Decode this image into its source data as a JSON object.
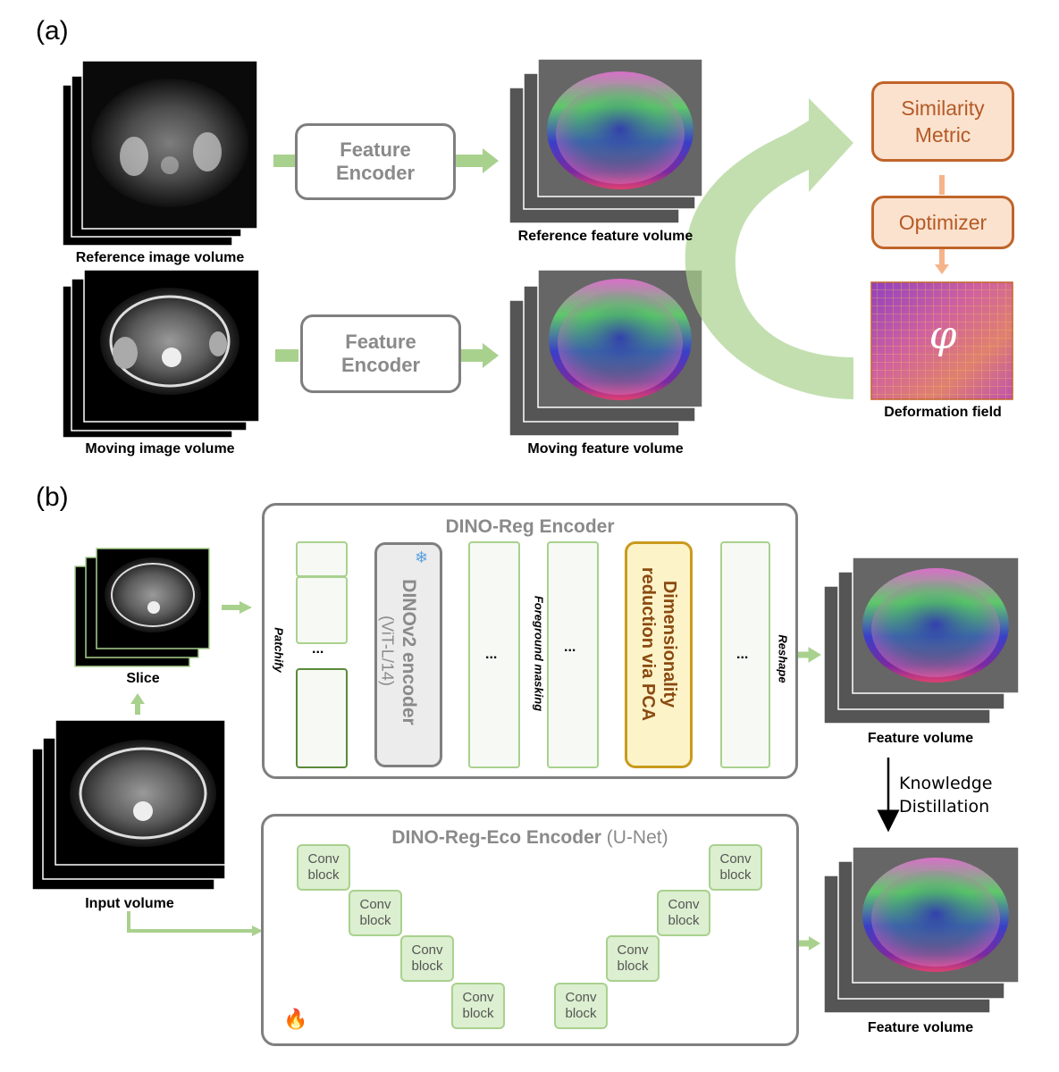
{
  "panel_a": {
    "tag": "(a)",
    "reference_image_label": "Reference image volume",
    "moving_image_label": "Moving image volume",
    "encoder_top": "Feature\nEncoder",
    "encoder_bottom": "Feature\nEncoder",
    "reference_feature_label": "Reference feature volume",
    "moving_feature_label": "Moving feature volume",
    "similarity": "Similarity\nMetric",
    "optimizer": "Optimizer",
    "phi": "φ",
    "deformation_label": "Deformation field"
  },
  "panel_b": {
    "tag": "(b)",
    "slice_label": "Slice",
    "input_label": "Input volume",
    "dino_reg_title": "DINO-Reg Encoder",
    "patchify": "Patchify",
    "dinov2": "DINOv2 encoder",
    "vit": "(ViT-L/14)",
    "foreground": "Foreground masking",
    "pca": "Dimensionality\nreduction via PCA",
    "reshape": "Reshape",
    "ellipsis": "...",
    "feature_top_label": "Feature volume",
    "feature_bottom_label": "Feature volume",
    "kd": "Knowledge\nDistillation",
    "eco_title": "DINO-Reg-Eco Encoder",
    "eco_suffix": " (U-Net)",
    "conv_label": "Conv\nblock"
  },
  "colors": {
    "arrow_green": "#a9d18e",
    "orange_border": "#c0642a",
    "orange_fill": "#fbe2cf",
    "gray_border": "#7f7f7f",
    "unet_arrow": "#2f5d8a"
  },
  "icons": [
    "snowflake-icon",
    "fire-icon"
  ]
}
